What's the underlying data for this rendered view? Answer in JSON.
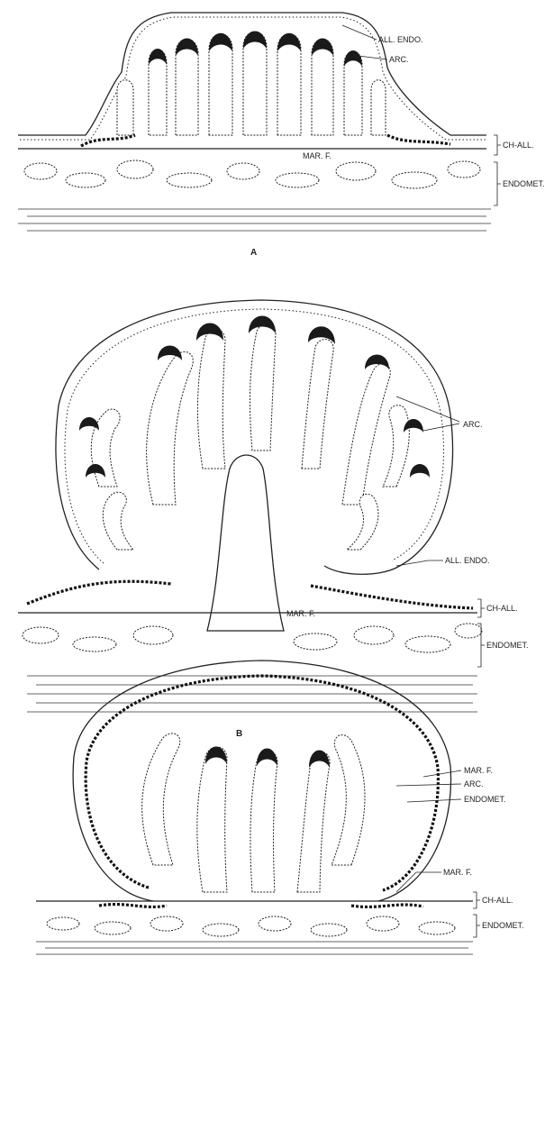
{
  "panels": [
    {
      "letter": "A",
      "labels": {
        "all_endo": "ALL. ENDO.",
        "arc": "ARC.",
        "ch_all": "CH-ALL.",
        "mar_f": "MAR. F.",
        "endomet": "ENDOMET."
      }
    },
    {
      "letter": "B",
      "labels": {
        "arc": "ARC.",
        "all_endo": "ALL. ENDO.",
        "ch_all": "CH-ALL.",
        "mar_f": "MAR. F.",
        "endomet": "ENDOMET."
      }
    },
    {
      "letter": "",
      "labels": {
        "mar_f_upper": "MAR. F.",
        "arc": "ARC.",
        "endomet_inner": "ENDOMET.",
        "mar_f_lower": "MAR. F.",
        "ch_all": "CH-ALL.",
        "endomet": "ENDOMET."
      }
    }
  ]
}
